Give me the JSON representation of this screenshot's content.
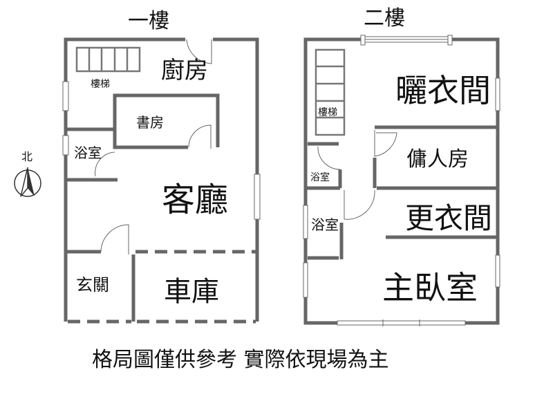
{
  "floor1": {
    "title": "一樓",
    "rooms": {
      "kitchen": "廚房",
      "stairs": "樓梯",
      "study": "書房",
      "bath": "浴室",
      "living": "客廳",
      "entrance": "玄關",
      "garage": "車庫"
    }
  },
  "floor2": {
    "title": "二樓",
    "rooms": {
      "drying": "曬衣間",
      "stairs": "樓梯",
      "maid": "傭人房",
      "bath_small": "浴室",
      "bath": "浴室",
      "dressing": "更衣間",
      "master": "主臥室"
    }
  },
  "compass": {
    "label": "北"
  },
  "caption": "格局圖僅供參考 實際依現場為主",
  "colors": {
    "wall": "#666666"
  }
}
